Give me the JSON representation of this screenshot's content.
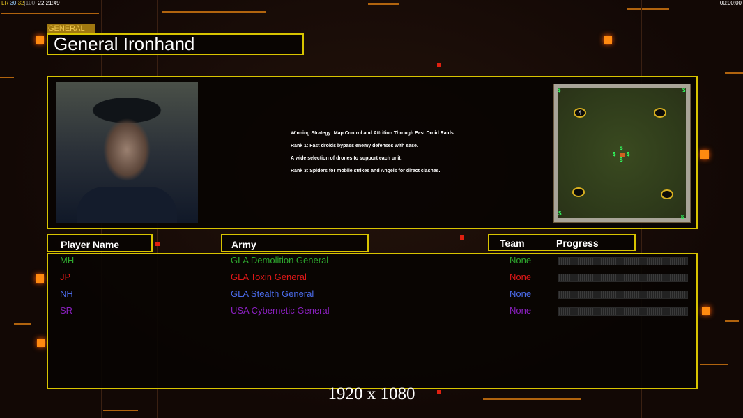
{
  "status_bar": {
    "left_prefix": "LR",
    "fps": "30",
    "frames": "32",
    "limit": "[100]",
    "clock": "22:21:49",
    "right_timer": "00:00:00"
  },
  "general": {
    "tag": "GENERAL",
    "name": "General Ironhand"
  },
  "strategy": {
    "lines": [
      "Winning Strategy: Map Control and Attrition Through Fast Droid Raids",
      "Rank 1: Fast droids bypass enemy defenses with ease.",
      "A wide selection of drones to support each unit.",
      "Rank 3: Spiders for mobile strikes and Angels for direct clashes."
    ]
  },
  "map": {
    "start_marker": "4",
    "cash_symbol": "$"
  },
  "headers": {
    "player_name": "Player Name",
    "army": "Army",
    "team": "Team",
    "progress": "Progress"
  },
  "players": [
    {
      "name": "MH",
      "army": "GLA Demolition General",
      "team": "None",
      "color": "#2ea82e",
      "progress": 0
    },
    {
      "name": "JP",
      "army": "GLA Toxin General",
      "team": "None",
      "color": "#e01818",
      "progress": 0
    },
    {
      "name": "NH",
      "army": "GLA Stealth General",
      "team": "None",
      "color": "#4060e0",
      "progress": 0
    },
    {
      "name": "SR",
      "army": "USA Cybernetic General",
      "team": "None",
      "color": "#8a20c0",
      "progress": 0
    }
  ],
  "resolution": "1920 x 1080"
}
